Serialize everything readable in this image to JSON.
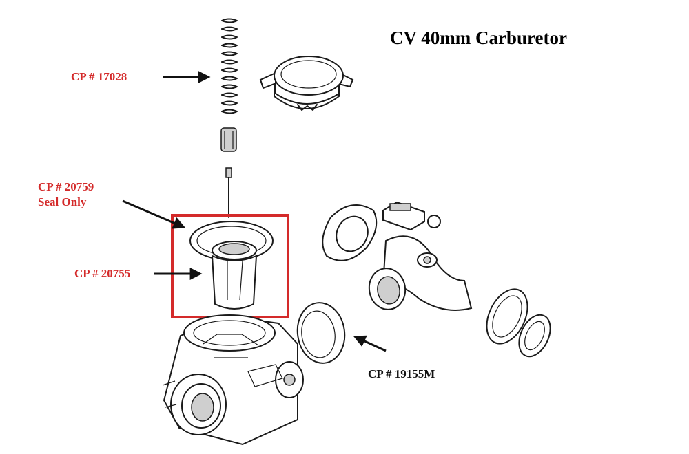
{
  "title": "CV 40mm Carburetor",
  "highlight_color": "#d42a2a",
  "callouts": [
    {
      "id": "spring",
      "lines": [
        "CP # 17028"
      ],
      "color": "#d42a2a"
    },
    {
      "id": "seal",
      "lines": [
        "CP # 20759",
        "Seal Only"
      ],
      "color": "#d42a2a"
    },
    {
      "id": "diaphragm",
      "lines": [
        "CP # 20755"
      ],
      "color": "#d42a2a"
    },
    {
      "id": "ring",
      "lines": [
        "CP # 19155M"
      ],
      "color": "#111111"
    }
  ]
}
